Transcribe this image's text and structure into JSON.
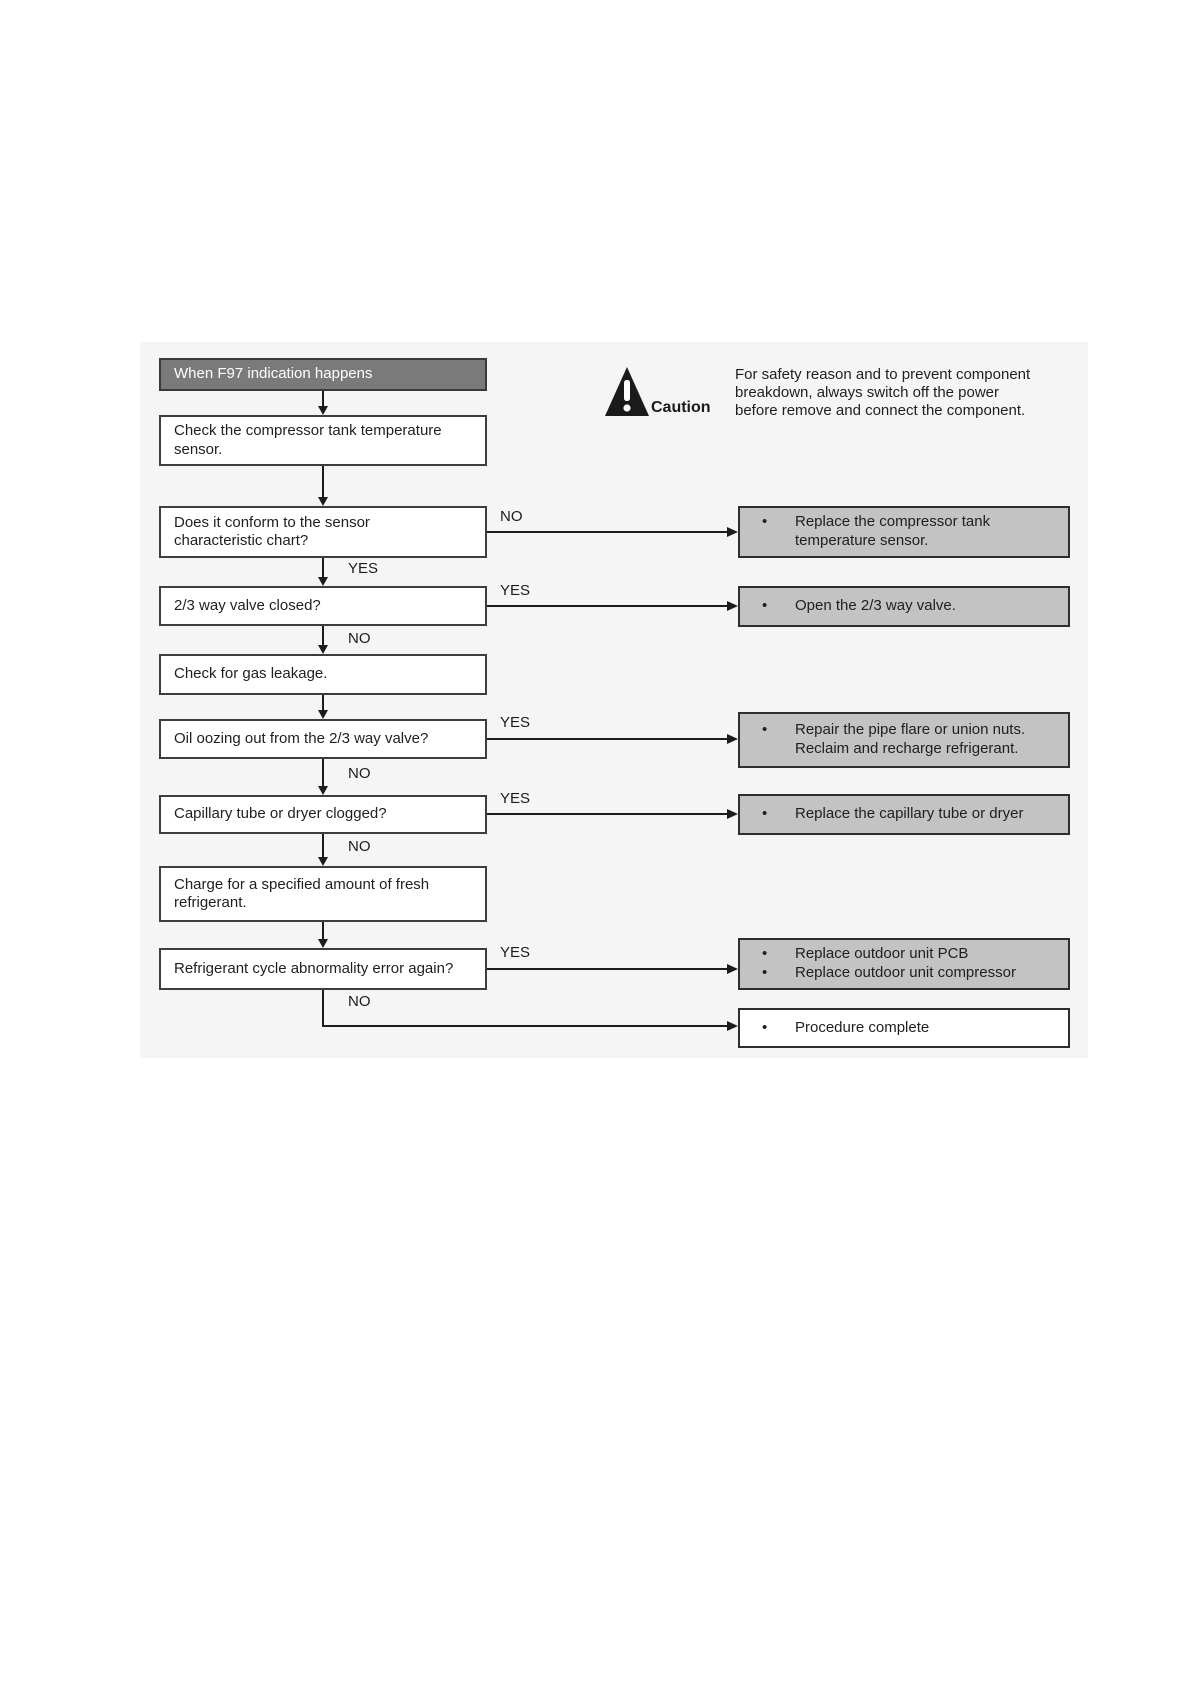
{
  "page": {
    "labels": {
      "yes": "YES",
      "no": "NO"
    },
    "caution": {
      "label": "Caution",
      "text": "For safety reason and to prevent component\nbreakdown, always switch off the power\nbefore remove and connect the component."
    }
  },
  "flowchart": {
    "bullet": "•",
    "title": "When F97 indication happens",
    "steps": [
      {
        "text": "Check the compressor tank temperature\nsensor."
      },
      {
        "text": "Does it conform to the sensor\ncharacteristic chart?"
      },
      {
        "text": "2/3 way valve closed?"
      },
      {
        "text": "Check for gas leakage."
      },
      {
        "text": "Oil oozing out from the 2/3 way valve?"
      },
      {
        "text": "Capillary tube or dryer clogged?"
      },
      {
        "text": "Charge for a specified amount of fresh\nrefrigerant."
      },
      {
        "text": "Refrigerant cycle abnormality error again?"
      }
    ],
    "actions": [
      {
        "items": [
          "Replace the compressor tank\ntemperature sensor."
        ]
      },
      {
        "items": [
          "Open the 2/3 way valve."
        ]
      },
      {
        "items": [
          "Repair the pipe flare or union nuts.\nReclaim and recharge refrigerant."
        ]
      },
      {
        "items": [
          "Replace the capillary tube or dryer"
        ]
      },
      {
        "items": [
          "Replace outdoor unit PCB",
          "Replace outdoor unit compressor"
        ]
      },
      {
        "items": [
          "Procedure complete"
        ]
      }
    ],
    "colors": {
      "title_fill": "#7a7a7a",
      "action_fill": "#c3c3c3",
      "box_border": "#3d3d3d",
      "line": "#1c1c1c"
    }
  }
}
